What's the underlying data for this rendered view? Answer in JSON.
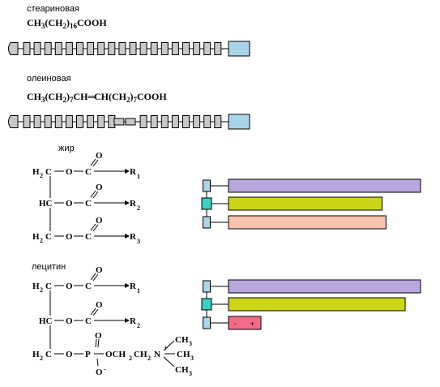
{
  "labels": {
    "stearic": "стеариновая",
    "oleic": "олеиновая",
    "fat": "жир",
    "lecithin": "лецитин"
  },
  "formulas": {
    "stearic": {
      "a": "CH",
      "b": "3",
      "c": "(CH",
      "d": "2",
      "e": ")",
      "f": "16",
      "g": "COOH"
    },
    "oleic": {
      "a": "CH",
      "b": "3",
      "c": "(CH",
      "d": "2",
      "e": ")",
      "f": "7",
      "g": "CH",
      "h": "CH(CH",
      "i": "2",
      "j": ")",
      "k": "7",
      "l": "COOH"
    }
  },
  "fat": {
    "rows": [
      {
        "left_a": "H",
        "left_b": "2",
        "left_c": "C",
        "ester": "O",
        "carbon": "C",
        "carbonyl": "O",
        "r": "R",
        "r_sub": "1"
      },
      {
        "left_a": "HC",
        "left_b": "",
        "left_c": "",
        "ester": "O",
        "carbon": "C",
        "carbonyl": "O",
        "r": "R",
        "r_sub": "2"
      },
      {
        "left_a": "H",
        "left_b": "2",
        "left_c": "C",
        "ester": "O",
        "carbon": "C",
        "carbonyl": "O",
        "r": "R",
        "r_sub": "3"
      }
    ],
    "tail_lengths": [
      1.0,
      0.8,
      0.82
    ]
  },
  "lecithin": {
    "rows": [
      {
        "left_a": "H",
        "left_b": "2",
        "left_c": "C",
        "ester": "O",
        "carbon": "C",
        "carbonyl": "O",
        "r": "R",
        "r_sub": "1"
      },
      {
        "left_a": "HC",
        "left_b": "",
        "left_c": "",
        "ester": "O",
        "carbon": "C",
        "carbonyl": "O",
        "r": "R",
        "r_sub": "2"
      }
    ],
    "phosphate": {
      "left_a": "H",
      "left_b": "2",
      "left_c": "C",
      "o1": "O",
      "p": "P",
      "o_top": "O",
      "o_bottom": "O",
      "o_bottom_sign": "-",
      "chain_a": "OCH",
      "chain_b": "2",
      "chain_c": "CH",
      "chain_d": "2",
      "n": "N",
      "n_sign": "+",
      "methyl_a": "CH",
      "methyl_sub": "3"
    },
    "tail_lengths": [
      1.0,
      0.92
    ],
    "head_signs": [
      "-",
      "+"
    ]
  },
  "colors": {
    "block_gray": "#c8c8c8",
    "block_blue": "#a9d4ea",
    "glycerol_blue": "#a9d4ea",
    "glycerol_teal": "#3cd0c0",
    "tail_violet": "#b9a6dd",
    "tail_yellow": "#ccd417",
    "tail_peach": "#f8c4ae",
    "head_pink": "#f46b88"
  }
}
